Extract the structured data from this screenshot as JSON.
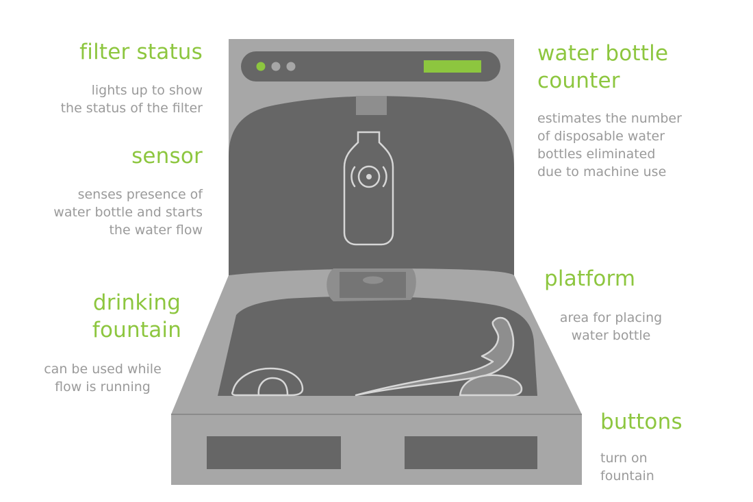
{
  "colors": {
    "accent": "#8dc63f",
    "description": "#9a9a9a",
    "machine_body": "#a7a7a7",
    "machine_dark": "#666666",
    "outline": "#d7d7d7"
  },
  "labels": {
    "filter_status": {
      "title": [
        "filter status"
      ],
      "description": [
        "lights up to show",
        "the status of the filter"
      ]
    },
    "sensor": {
      "title": [
        "sensor"
      ],
      "description": [
        "senses presence of",
        "water bottle and starts",
        "the water flow"
      ]
    },
    "drinking_fountain": {
      "title": [
        "drinking",
        "fountain"
      ],
      "description": [
        "can be used while",
        "flow is running"
      ]
    },
    "water_bottle_counter": {
      "title": [
        "water bottle",
        "counter"
      ],
      "description": [
        "estimates the number",
        "of disposable water",
        "bottles eliminated",
        "due to machine use"
      ]
    },
    "platform": {
      "title": [
        "platform"
      ],
      "description": [
        "area for placing",
        "water bottle"
      ]
    },
    "buttons": {
      "title": [
        "buttons"
      ],
      "description": [
        "turn on",
        "fountain"
      ]
    }
  }
}
